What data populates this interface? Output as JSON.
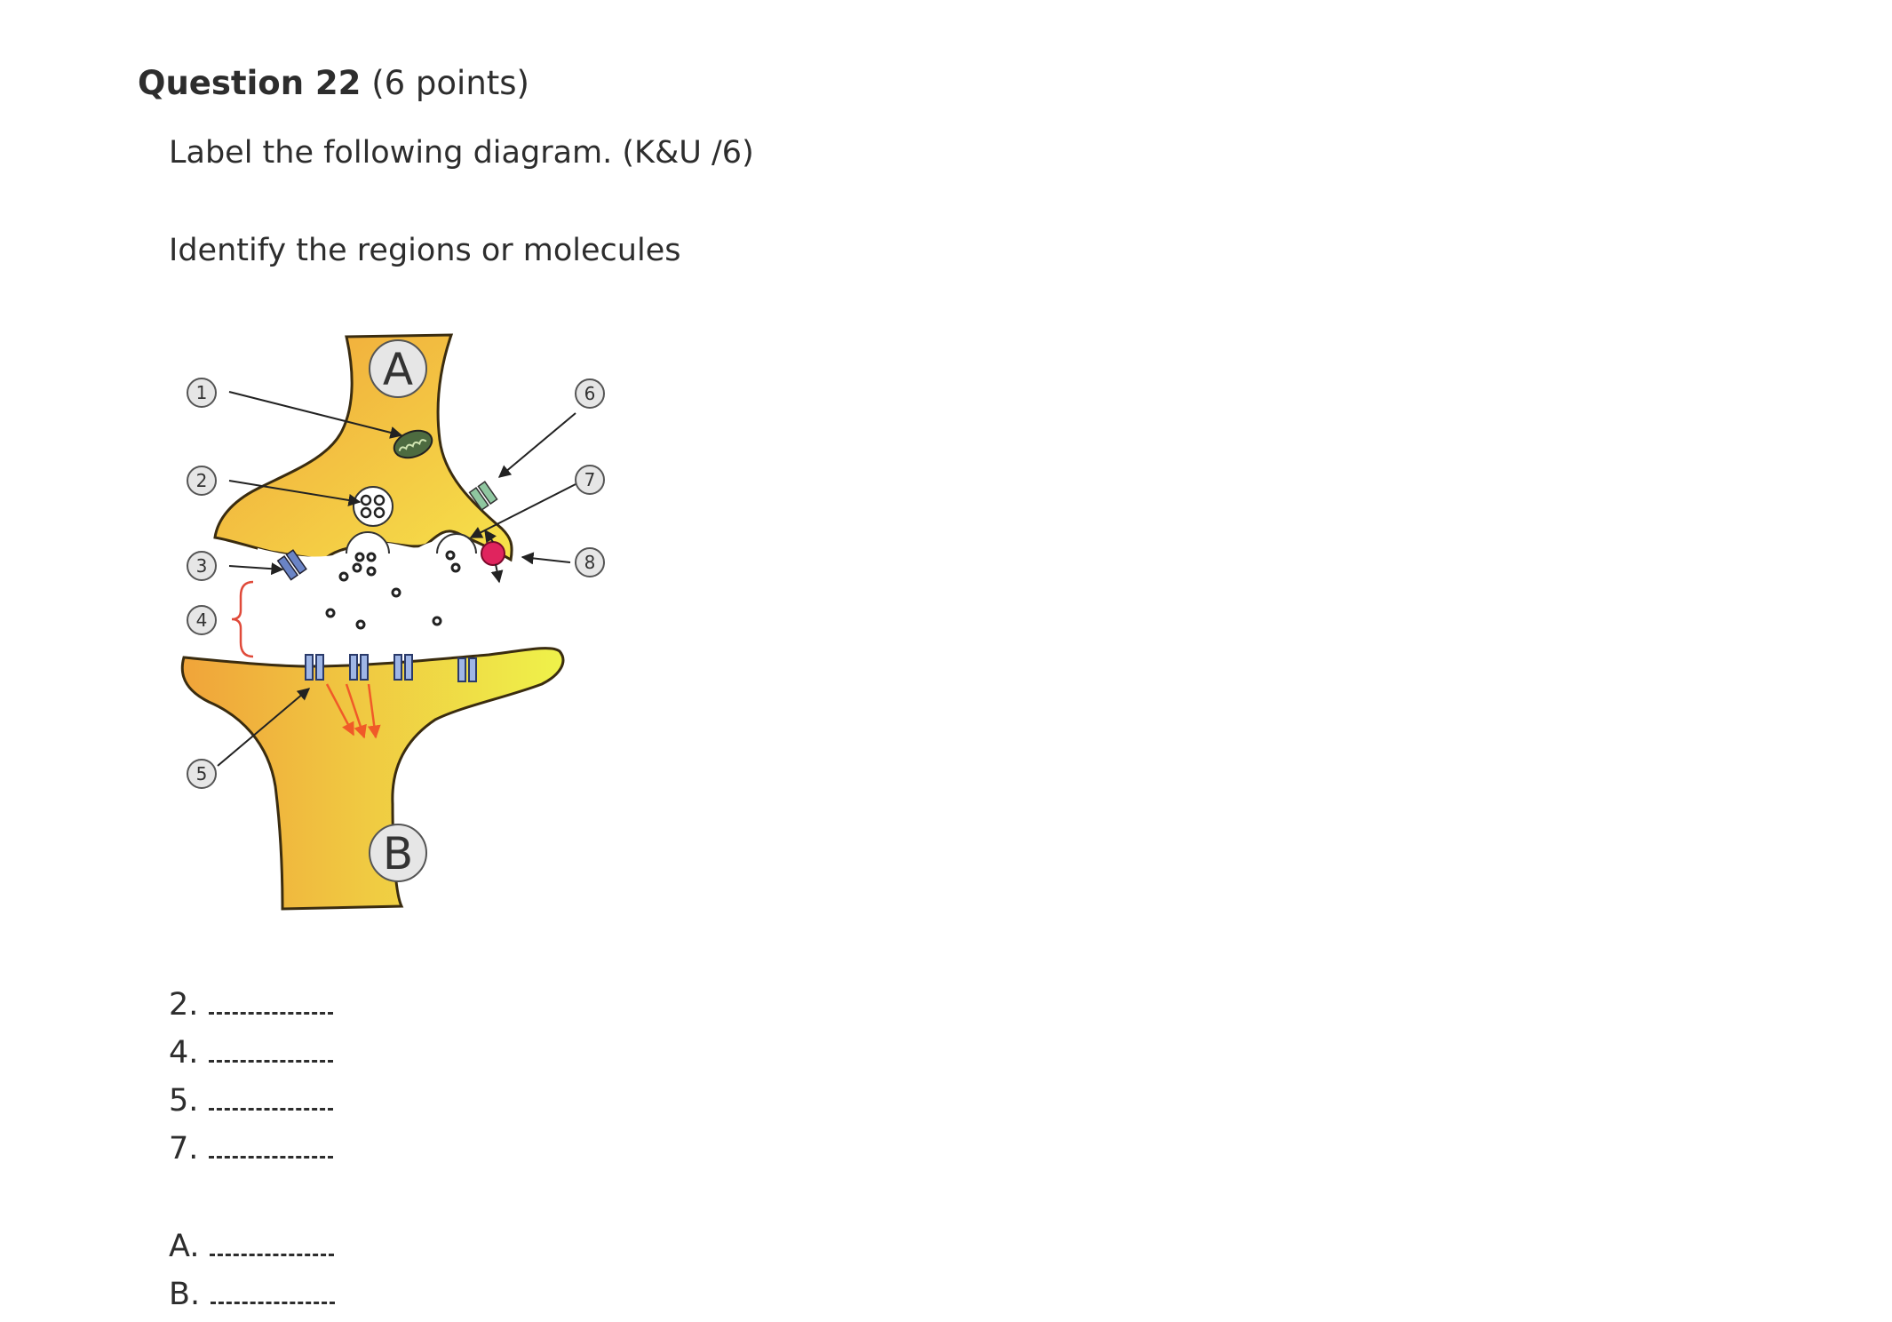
{
  "question": {
    "number_label": "Question 22",
    "points_label": "(6 points)"
  },
  "instructions": {
    "line1": "Label the following diagram. (K&U /6)",
    "line2": "Identify the regions or molecules"
  },
  "diagram": {
    "region_labels": [
      "A",
      "B"
    ],
    "callouts": [
      "1",
      "2",
      "3",
      "4",
      "5",
      "6",
      "7",
      "8"
    ],
    "colors": {
      "neuron_fill": "#f3bf3a",
      "outline": "#4a3a1a",
      "vesicle_fill": "#ffffff",
      "receptor": "#6a84c6",
      "pump_color": "#78b48e",
      "enzyme": "#e0245e",
      "arrow_signal": "#f05a28",
      "bracket": "#e04a3a"
    }
  },
  "answers": {
    "numbered": [
      {
        "label": "2."
      },
      {
        "label": "4."
      },
      {
        "label": "5."
      },
      {
        "label": "7."
      }
    ],
    "lettered": [
      {
        "label": "A."
      },
      {
        "label": "B."
      }
    ]
  }
}
